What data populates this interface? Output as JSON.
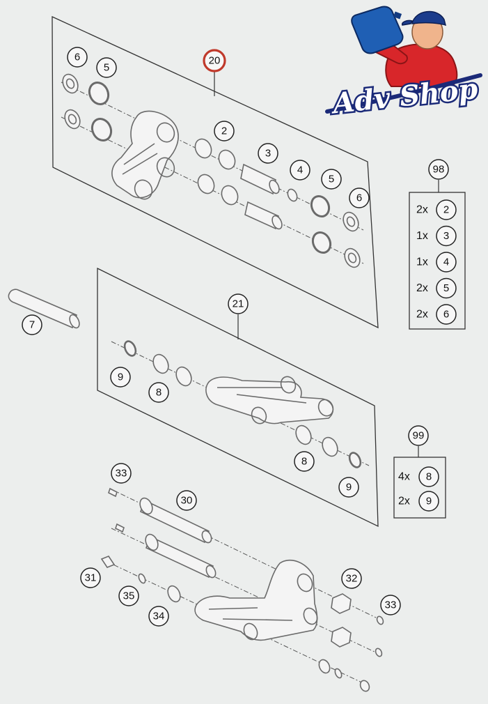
{
  "logo": {
    "text": "Adv Shop",
    "colors": {
      "blue": "#1b2a78",
      "red": "#d8262a"
    }
  },
  "highlight_color": "#c0392b",
  "callouts": {
    "c20": "20",
    "c6a": "6",
    "c5a": "5",
    "c2": "2",
    "c3": "3",
    "c4": "4",
    "c5b": "5",
    "c6b": "6",
    "c7": "7",
    "c21": "21",
    "c9a": "9",
    "c8a": "8",
    "c8b": "8",
    "c9b": "9",
    "c33a": "33",
    "c30": "30",
    "c31": "31",
    "c35": "35",
    "c34": "34",
    "c32": "32",
    "c33b": "33",
    "c98": "98",
    "c99": "99"
  },
  "kit98": [
    {
      "qty": "2x",
      "part": "2"
    },
    {
      "qty": "1x",
      "part": "3"
    },
    {
      "qty": "1x",
      "part": "4"
    },
    {
      "qty": "2x",
      "part": "5"
    },
    {
      "qty": "2x",
      "part": "6"
    }
  ],
  "kit99": [
    {
      "qty": "4x",
      "part": "8"
    },
    {
      "qty": "2x",
      "part": "9"
    }
  ]
}
